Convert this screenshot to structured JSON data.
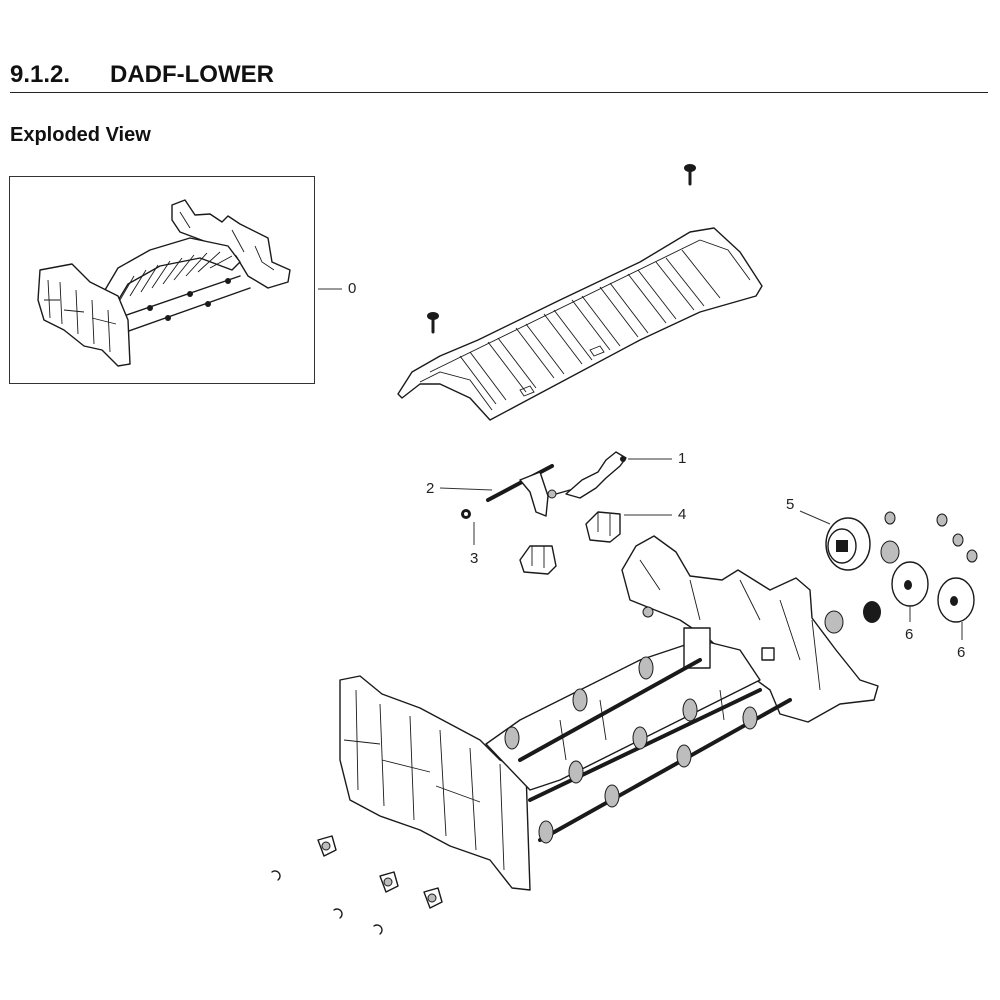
{
  "header": {
    "section_number": "9.1.2.",
    "section_title": "DADF-LOWER"
  },
  "subtitle": "Exploded View",
  "callouts": [
    {
      "id": "c0",
      "label": "0"
    },
    {
      "id": "c1",
      "label": "1"
    },
    {
      "id": "c2",
      "label": "2"
    },
    {
      "id": "c3",
      "label": "3"
    },
    {
      "id": "c4",
      "label": "4"
    },
    {
      "id": "c5",
      "label": "5"
    },
    {
      "id": "c6a",
      "label": "6"
    },
    {
      "id": "c6b",
      "label": "6"
    }
  ]
}
